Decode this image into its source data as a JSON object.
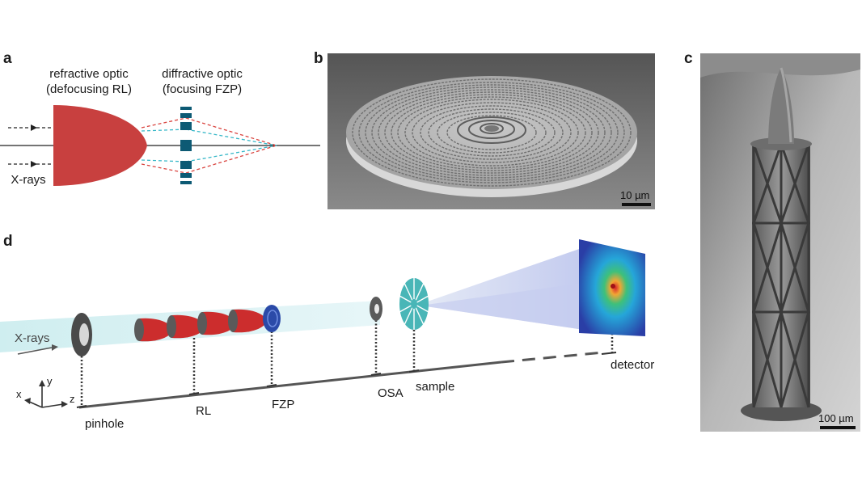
{
  "panels": {
    "a": {
      "letter": "a",
      "refractive_title": "refractive optic",
      "refractive_sub": "(defocusing RL)",
      "diffractive_title": "diffractive optic",
      "diffractive_sub": "(focusing FZP)",
      "xrays": "X-rays",
      "colors": {
        "lens": "#c8403f",
        "fzp": "#0d5a74",
        "ray_red": "#d9443f",
        "ray_cyan": "#38b8c8"
      }
    },
    "b": {
      "letter": "b",
      "scale": "10 µm"
    },
    "c": {
      "letter": "c",
      "scale": "100 µm"
    },
    "d": {
      "letter": "d",
      "xrays": "X-rays",
      "axes": {
        "x": "x",
        "y": "y",
        "z": "z"
      },
      "components": {
        "pinhole": "pinhole",
        "rl": "RL",
        "fzp": "FZP",
        "osa": "OSA",
        "sample": "sample",
        "detector": "detector"
      },
      "colors": {
        "beam": "#bfe6ea",
        "cone": "#cc2d2d",
        "fzp": "#2b4aa8",
        "sample": "#49b6b7"
      }
    }
  }
}
